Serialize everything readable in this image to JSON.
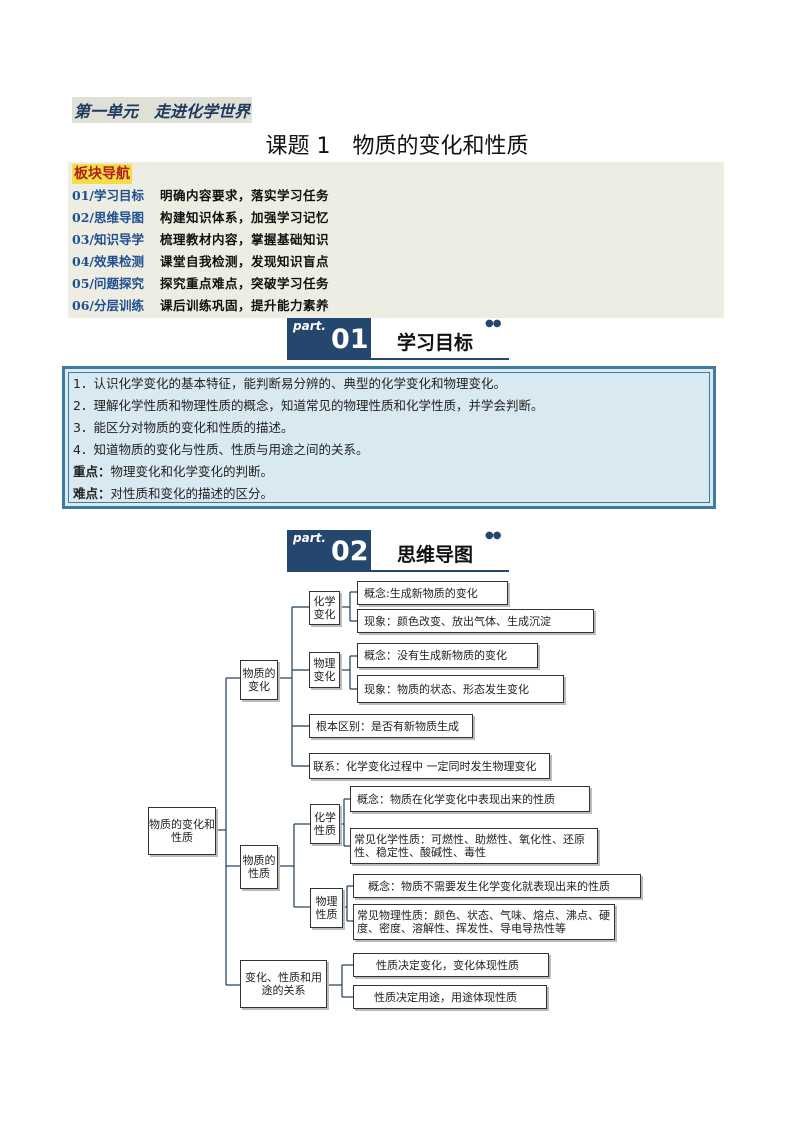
{
  "unit_title": "第一单元　走进化学世界",
  "lesson_title": "课题 1　物质的变化和性质",
  "nav": {
    "header": "板块导航",
    "items": [
      {
        "code": "01/学习目标",
        "desc": "明确内容要求，落实学习任务"
      },
      {
        "code": "02/思维导图",
        "desc": "构建知识体系，加强学习记忆"
      },
      {
        "code": "03/知识导学",
        "desc": "梳理教材内容，掌握基础知识"
      },
      {
        "code": "04/效果检测",
        "desc": "课堂自我检测，发现知识盲点"
      },
      {
        "code": "05/问题探究",
        "desc": "探究重点难点，突破学习任务"
      },
      {
        "code": "06/分层训练",
        "desc": "课后训练巩固，提升能力素养"
      }
    ]
  },
  "part1": {
    "tag": "part.",
    "num": "01",
    "title": "学习目标"
  },
  "goals": [
    "1．认识化学变化的基本特征，能判断易分辨的、典型的化学变化和物理变化。",
    "2．理解化学性质和物理性质的概念，知道常见的物理性质和化学性质，并学会判断。",
    "3．能区分对物质的变化和性质的描述。",
    "4．知道物质的变化与性质、性质与用途之间的关系。"
  ],
  "key_point": {
    "label": "重点：",
    "text": "物理变化和化学变化的判断。"
  },
  "difficult_point": {
    "label": "难点：",
    "text": "对性质和变化的描述的区分。"
  },
  "part2": {
    "tag": "part.",
    "num": "02",
    "title": "思维导图"
  },
  "mindmap": {
    "root": "物质的变化和性质",
    "change": "物质的变化",
    "chem_change": "化学变化",
    "chem_change_def": "概念:生成新物质的变化",
    "chem_change_phen": "现象：颜色改变、放出气体、生成沉淀",
    "phys_change": "物理变化",
    "phys_change_def": "概念：没有生成新物质的变化",
    "phys_change_phen": "现象：物质的状态、形态发生变化",
    "basic_diff": "根本区别：是否有新物质生成",
    "relation": "联系：化学变化过程中 一定同时发生物理变化",
    "property": "物质的性质",
    "chem_prop": "化学性质",
    "chem_prop_def": "概念：物质在化学变化中表现出来的性质",
    "chem_prop_common": "常见化学性质：可燃性、助燃性、氧化性、还原性、稳定性、酸碱性、毒性",
    "phys_prop": "物理性质",
    "phys_prop_def": "概念：物质不需要发生化学变化就表现出来的性质",
    "phys_prop_common": "常见物理性质：颜色、状态、气味、熔点、沸点、硬度、密度、溶解性、挥发性、导电导热性等",
    "relationship": "变化、性质和用途的关系",
    "rel1": "性质决定变化，变化体现性质",
    "rel2": "性质决定用途，用途体现性质"
  },
  "colors": {
    "accent": "#25476e",
    "nav_bg": "#eeede3",
    "goal_bg": "#d8e9f1",
    "goal_border": "#3e7b9e",
    "nav_code": "#1f4f8f",
    "nav_header": "#b21e1e",
    "nav_header_bg": "#f2df45"
  }
}
